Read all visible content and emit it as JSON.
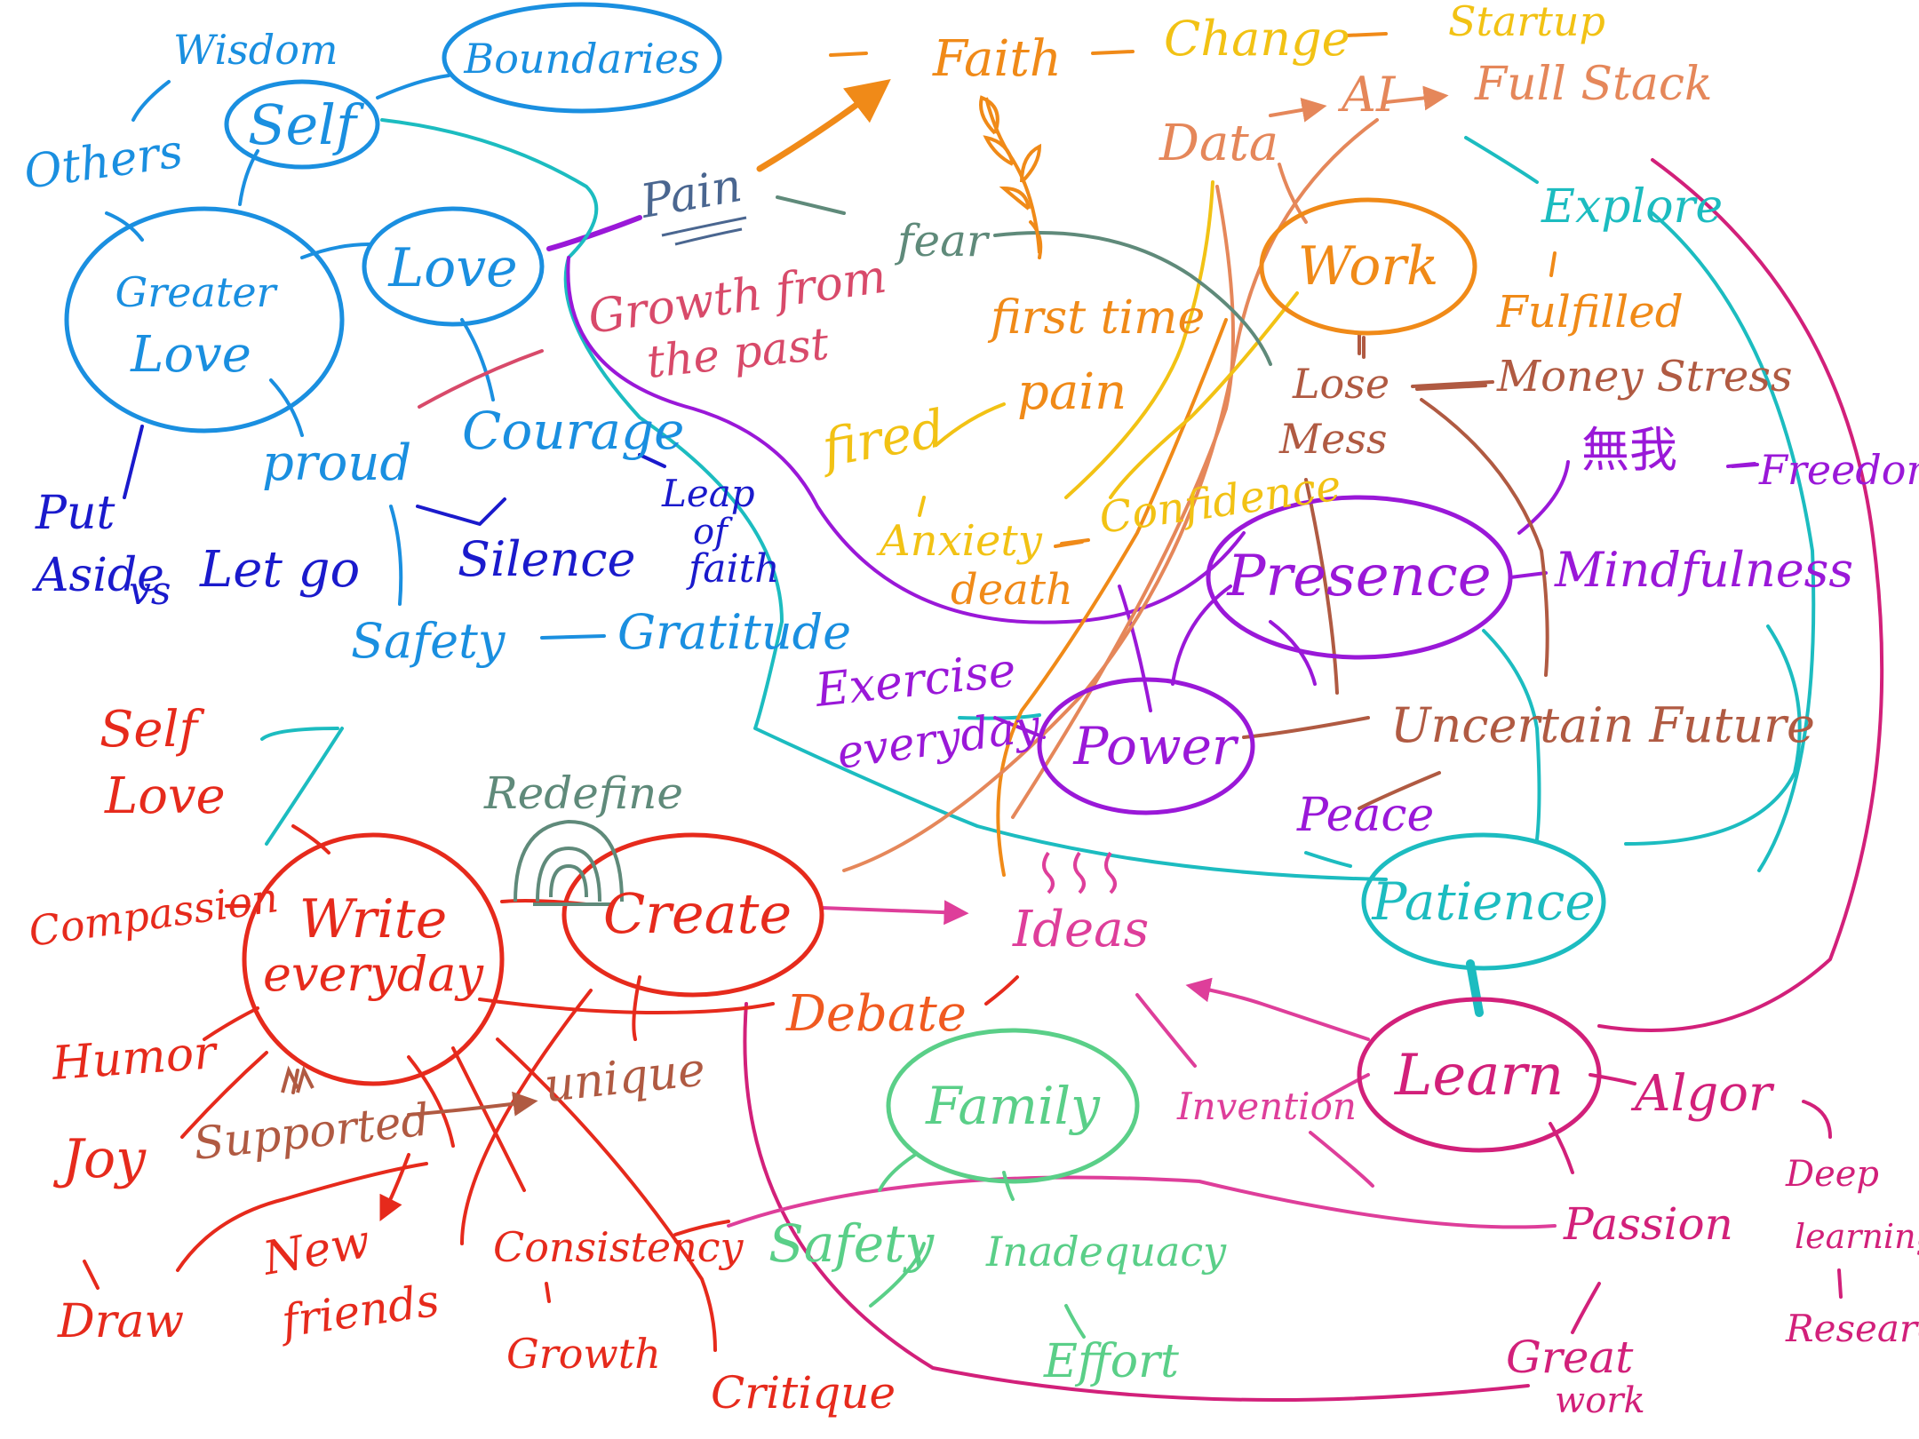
{
  "colors": {
    "blue": "#1a8fe0",
    "navy": "#1a1acc",
    "teal": "#1cbcc0",
    "purple": "#9a18d8",
    "orange": "#f08a18",
    "yellow": "#f2c214",
    "salmon": "#e5875a",
    "brown": "#b05a42",
    "red": "#e62a1c",
    "pink": "#de3e9a",
    "magenta": "#d2207a",
    "green": "#5acf88",
    "gray": "#5f8a7a",
    "slate": "#4a6690",
    "rose": "#d84a6a"
  },
  "nodes": {
    "self": "Self",
    "boundaries": "Boundaries",
    "greater_love_1": "Greater",
    "greater_love_2": "Love",
    "love": "Love",
    "work": "Work",
    "presence": "Presence",
    "power": "Power",
    "patience": "Patience",
    "learn": "Learn",
    "family": "Family",
    "write_1": "Write",
    "write_2": "everyday",
    "create": "Create"
  },
  "labels": {
    "wisdom": "Wisdom",
    "others": "Others",
    "pain": "Pain",
    "growth_1": "Growth from",
    "growth_2": "the past",
    "fear": "fear",
    "faith": "Faith",
    "change": "Change",
    "startup": "Startup",
    "data": "Data",
    "ai": "AI",
    "full_stack": "Full Stack",
    "explore": "Explore",
    "fulfilled": "Fulfilled",
    "first_time": "first time",
    "fired": "fired",
    "pain2": "pain",
    "lose": "Lose",
    "money_stress": "Money Stress",
    "mess": "Mess",
    "wuwo": "無我",
    "freedom": "Freedom",
    "anxiety_1": "Anxiety",
    "anxiety_2": "death",
    "confidence": "Confidence",
    "mindfulness": "Mindfulness",
    "proud": "proud",
    "courage": "Courage",
    "put_1": "Put",
    "put_2": "Aside",
    "vs": "vs",
    "let_go": "Let go",
    "silence": "Silence",
    "leap_1": "Leap",
    "leap_2": "of",
    "leap_3": "faith",
    "safety": "Safety",
    "gratitude": "Gratitude",
    "self_love_1": "Self",
    "self_love_2": "Love",
    "exercise_1": "Exercise",
    "exercise_2": "everyday",
    "uncertain": "Uncertain Future",
    "peace": "Peace",
    "redefine": "Redefine",
    "ideas": "Ideas",
    "debate": "Debate",
    "compassion": "Compassion",
    "humor": "Humor",
    "joy": "Joy",
    "supported": "Supported",
    "unique": "unique",
    "draw": "Draw",
    "new_1": "New",
    "new_2": "friends",
    "consistency": "Consistency",
    "growth": "Growth",
    "critique": "Critique",
    "invention": "Invention",
    "algor": "Algor",
    "deep_1": "Deep",
    "deep_2": "learning",
    "research": "Research",
    "passion": "Passion",
    "great_1": "Great",
    "great_2": "work",
    "safety2": "Safety",
    "inadequacy": "Inadequacy",
    "effort": "Effort"
  }
}
